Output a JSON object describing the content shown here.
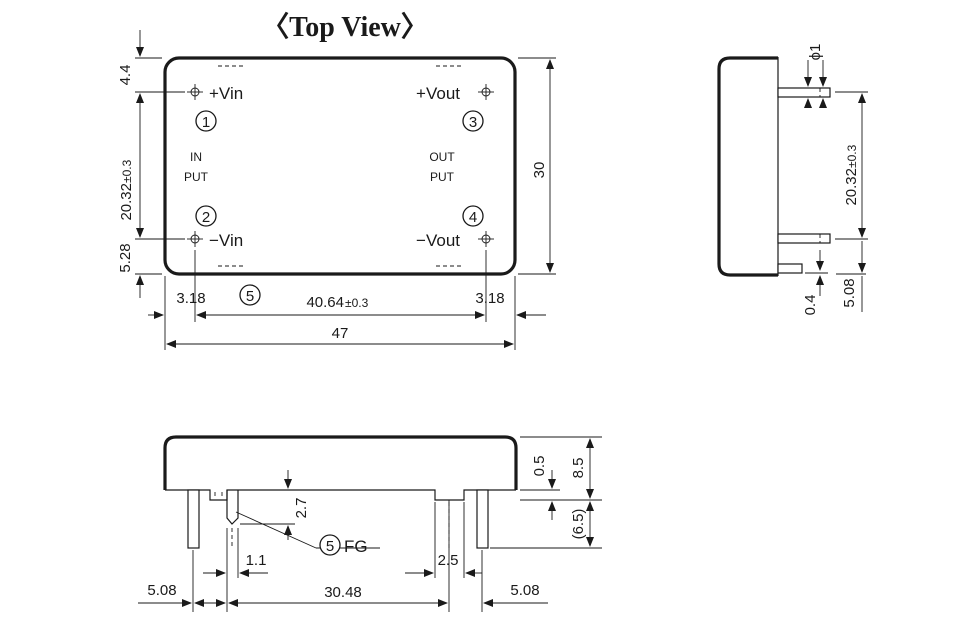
{
  "title": "〈Top View〉",
  "pins": {
    "vin_plus": "+Vin",
    "vin_minus": "−Vin",
    "vout_plus": "+Vout",
    "vout_minus": "−Vout",
    "num1": "1",
    "num2": "2",
    "num3": "3",
    "num4": "4",
    "num5": "5",
    "fg": "FG"
  },
  "blocks": {
    "input_line1": "IN",
    "input_line2": "PUT",
    "output_line1": "OUT",
    "output_line2": "PUT"
  },
  "dims": {
    "d_4_4": "4.4",
    "d_20_32": "20.32",
    "tol_03": "±0.3",
    "d_5_28": "5.28",
    "d_30": "30",
    "d_3_18_left": "3.18",
    "d_40_64": "40.64",
    "d_3_18_right": "3.18",
    "d_47": "47",
    "d_phi1": "ϕ1",
    "d_0_4": "0.4",
    "d_5_08_side": "5.08",
    "d_0_5": "0.5",
    "d_8_5": "8.5",
    "d_6_5": "(6.5)",
    "d_2_7": "2.7",
    "d_1_1": "1.1",
    "d_2_5": "2.5",
    "d_5_08_left": "5.08",
    "d_30_48": "30.48",
    "d_5_08_right": "5.08"
  }
}
